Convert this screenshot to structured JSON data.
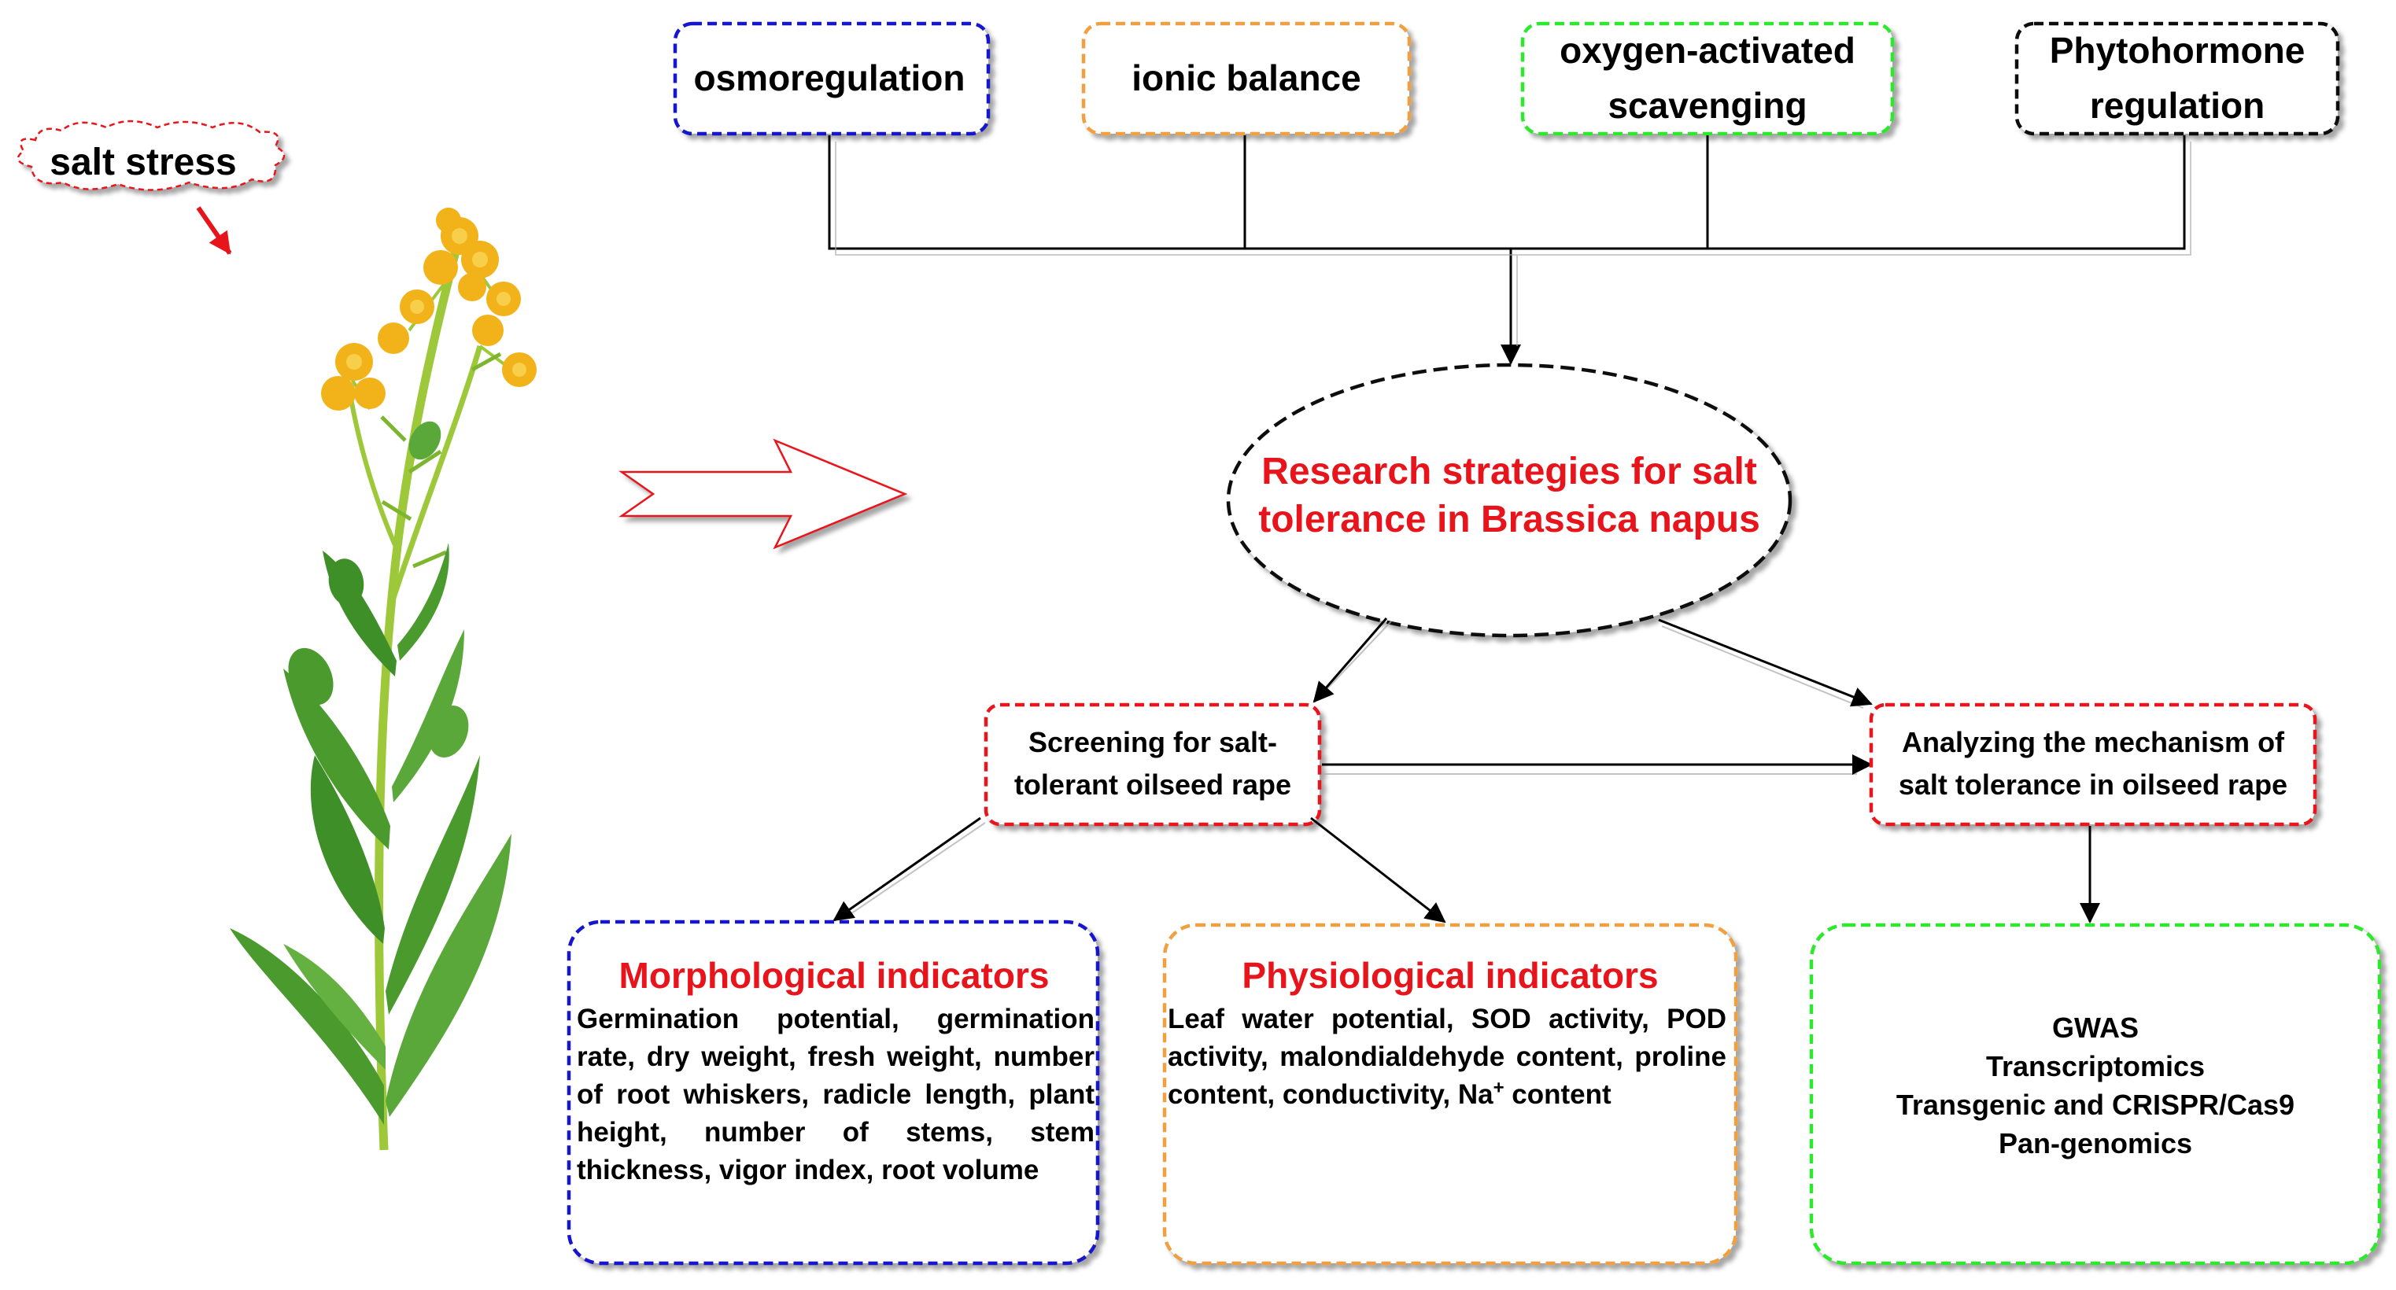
{
  "colors": {
    "red": "#e8141b",
    "blue": "#1414cc",
    "orange": "#f0a040",
    "green": "#2ee82e",
    "black": "#111111",
    "leaf": "#4a9a2e",
    "flower": "#f2b21a"
  },
  "trigger": {
    "label": "salt stress"
  },
  "mechanisms": [
    {
      "lines": [
        "osmoregulation"
      ],
      "color": "blue"
    },
    {
      "lines": [
        "ionic balance"
      ],
      "color": "orange"
    },
    {
      "lines": [
        "oxygen-activated",
        "scavenging"
      ],
      "color": "green"
    },
    {
      "lines": [
        "Phytohormone",
        "regulation"
      ],
      "color": "black"
    }
  ],
  "center": {
    "lines": [
      "Research strategies for salt",
      "tolerance in Brassica napus"
    ]
  },
  "screening": {
    "lines": [
      "Screening for salt-",
      "tolerant oilseed rape"
    ]
  },
  "analyzing": {
    "lines": [
      "Analyzing the mechanism of",
      "salt tolerance in oilseed rape"
    ]
  },
  "morphological": {
    "title": "Morphological indicators",
    "text": "Germination potential, germination rate, dry weight, fresh weight, number of root whiskers, radicle length, plant height, number of stems, stem thickness, vigor index, root volume"
  },
  "physiological": {
    "title": "Physiological indicators",
    "text_main": "Leaf water potential, SOD activity, POD activity, malondialdehyde content, proline content, conductivity, Na",
    "superscript": "+",
    "text_tail": " content"
  },
  "methods": {
    "items": [
      "GWAS",
      "Transcriptomics",
      "Transgenic and CRISPR/Cas9",
      "Pan-genomics"
    ]
  },
  "icons": [
    "rapeseed-plant-icon",
    "big-hollow-arrow-icon"
  ]
}
